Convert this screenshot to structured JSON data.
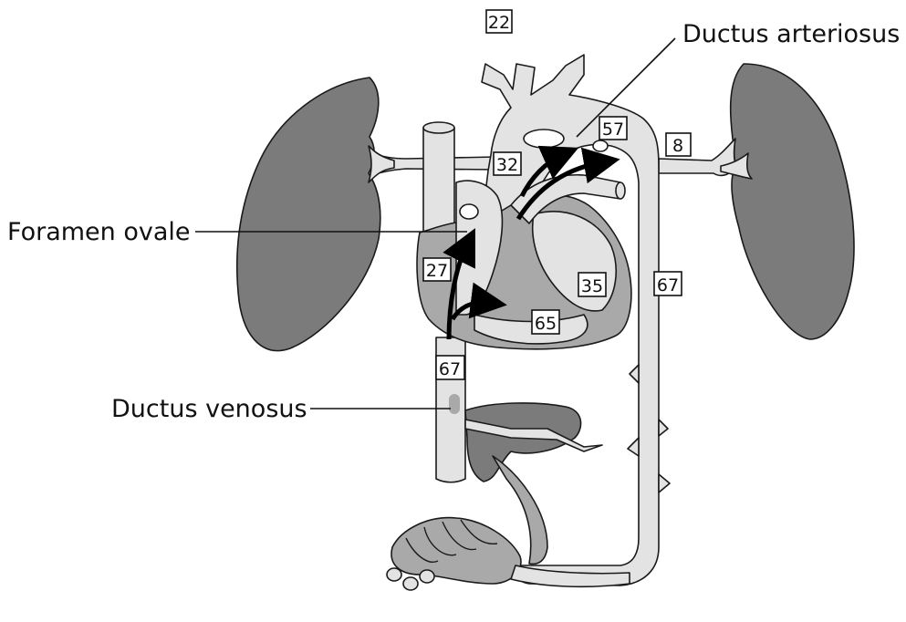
{
  "labels": {
    "ductus_arteriosus": "Ductus arteriosus",
    "foramen_ovale": "Foramen ovale",
    "ductus_venosus": "Ductus venosus"
  },
  "values": {
    "aortic_arch_top": "22",
    "svc": "32",
    "ductus_arteriosus": "57",
    "pulmonary_artery": "8",
    "right_atrium": "27",
    "right_ventricle": "35",
    "descending_aorta": "67",
    "left_ventricle": "65",
    "ivc": "67"
  },
  "colors": {
    "organ_dark": "#7b7b7b",
    "vessel_light": "#e3e3e3",
    "vessel_mid": "#a9a9a9",
    "outline": "#1a1a1a",
    "arrow": "#000000"
  }
}
